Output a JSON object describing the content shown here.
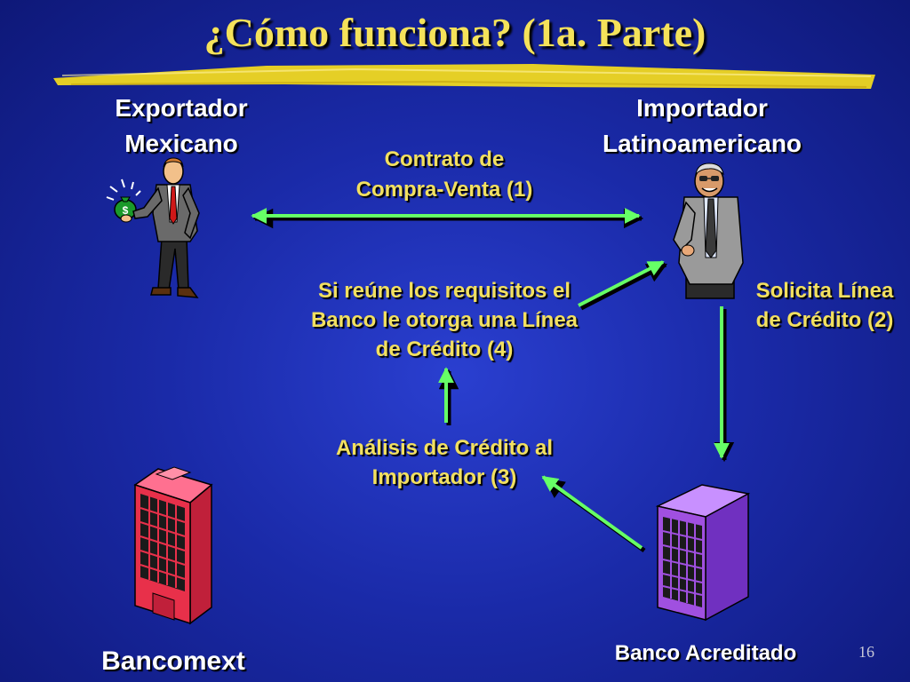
{
  "title": "¿Cómo funciona? (1a. Parte)",
  "nodes": {
    "exporter": {
      "line1": "Exportador",
      "line2": "Mexicano"
    },
    "importer": {
      "line1": "Importador",
      "line2": "Latinoamericano"
    },
    "bancomext": {
      "label": "Bancomext"
    },
    "accredited_bank": {
      "label": "Banco Acreditado"
    }
  },
  "steps": {
    "contract": {
      "line1": "Contrato de",
      "line2": "Compra-Venta (1)"
    },
    "credit_request": {
      "line1": "Solicita Línea",
      "line2": "de Crédito (2)"
    },
    "credit_analysis": {
      "line1": "Análisis de Crédito al",
      "line2": "Importador (3)"
    },
    "credit_line": {
      "line1": "Si reúne los requisitos el",
      "line2": "Banco le otorga una Línea",
      "line3": "de Crédito (4)"
    }
  },
  "page_number": "16",
  "colors": {
    "title": "#f5e25a",
    "step_text": "#f2e060",
    "arrow": "#66ff66",
    "bancomext_building": "#e8304a",
    "accredited_building": "#a050e0"
  }
}
